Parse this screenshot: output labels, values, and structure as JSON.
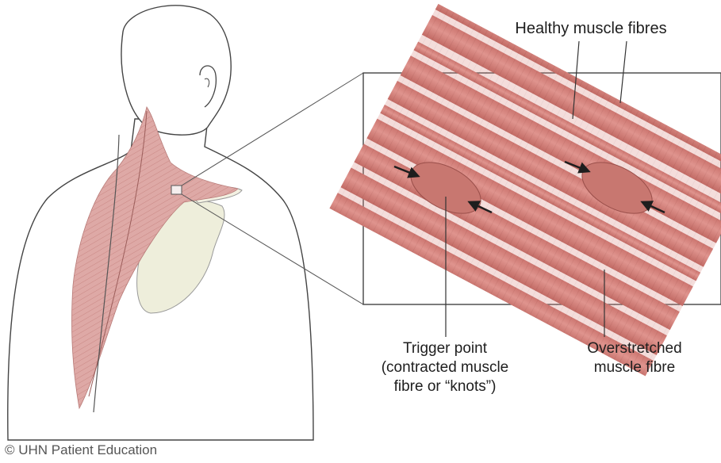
{
  "labels": {
    "healthy": "Healthy muscle fibres",
    "trigger": [
      "Trigger point",
      "(contracted muscle",
      "fibre or “knots”)"
    ],
    "overstretched": [
      "Overstretched",
      "muscle fibre"
    ],
    "credit": "© UHN Patient Education"
  },
  "colors": {
    "fibre": "#d9857f",
    "fibre_dark": "#b9605a",
    "muscle": "#dca4a2",
    "bone": "#efeee0",
    "outline": "#555555"
  }
}
